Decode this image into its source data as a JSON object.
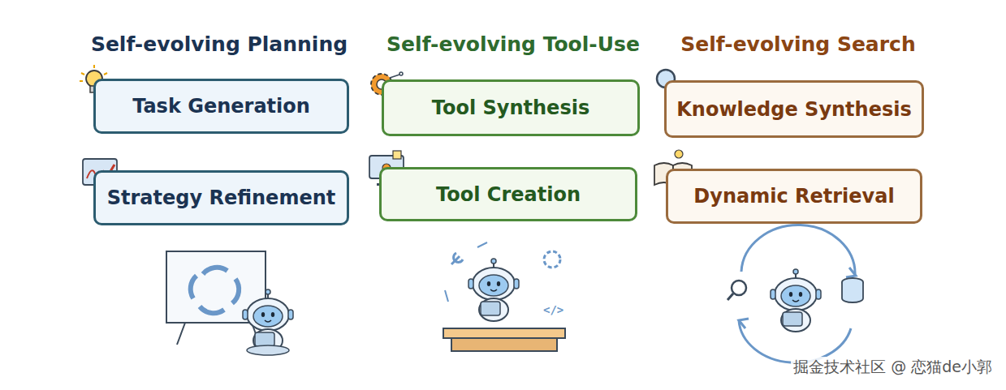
{
  "diagram": {
    "nodes": [
      {
        "text": [
          "Task Generation"
        ]
      },
      {
        "text": [
          "Strategy Refinement"
        ]
      },
      {
        "text": [
          "Tool Synthesis"
        ]
      },
      {
        "text": [
          "Tool Creation"
        ]
      },
      {
        "text": [
          "Knowledge Synthesis"
        ]
      },
      {
        "text": [
          "Dynamic Retrieval"
        ]
      }
    ],
    "labels": [
      "Self-evolving Planning",
      "Self-evolving Tool-Use",
      "Self-evolving Search",
      "掘金技术社区 @ 恋猫de小郭"
    ]
  }
}
